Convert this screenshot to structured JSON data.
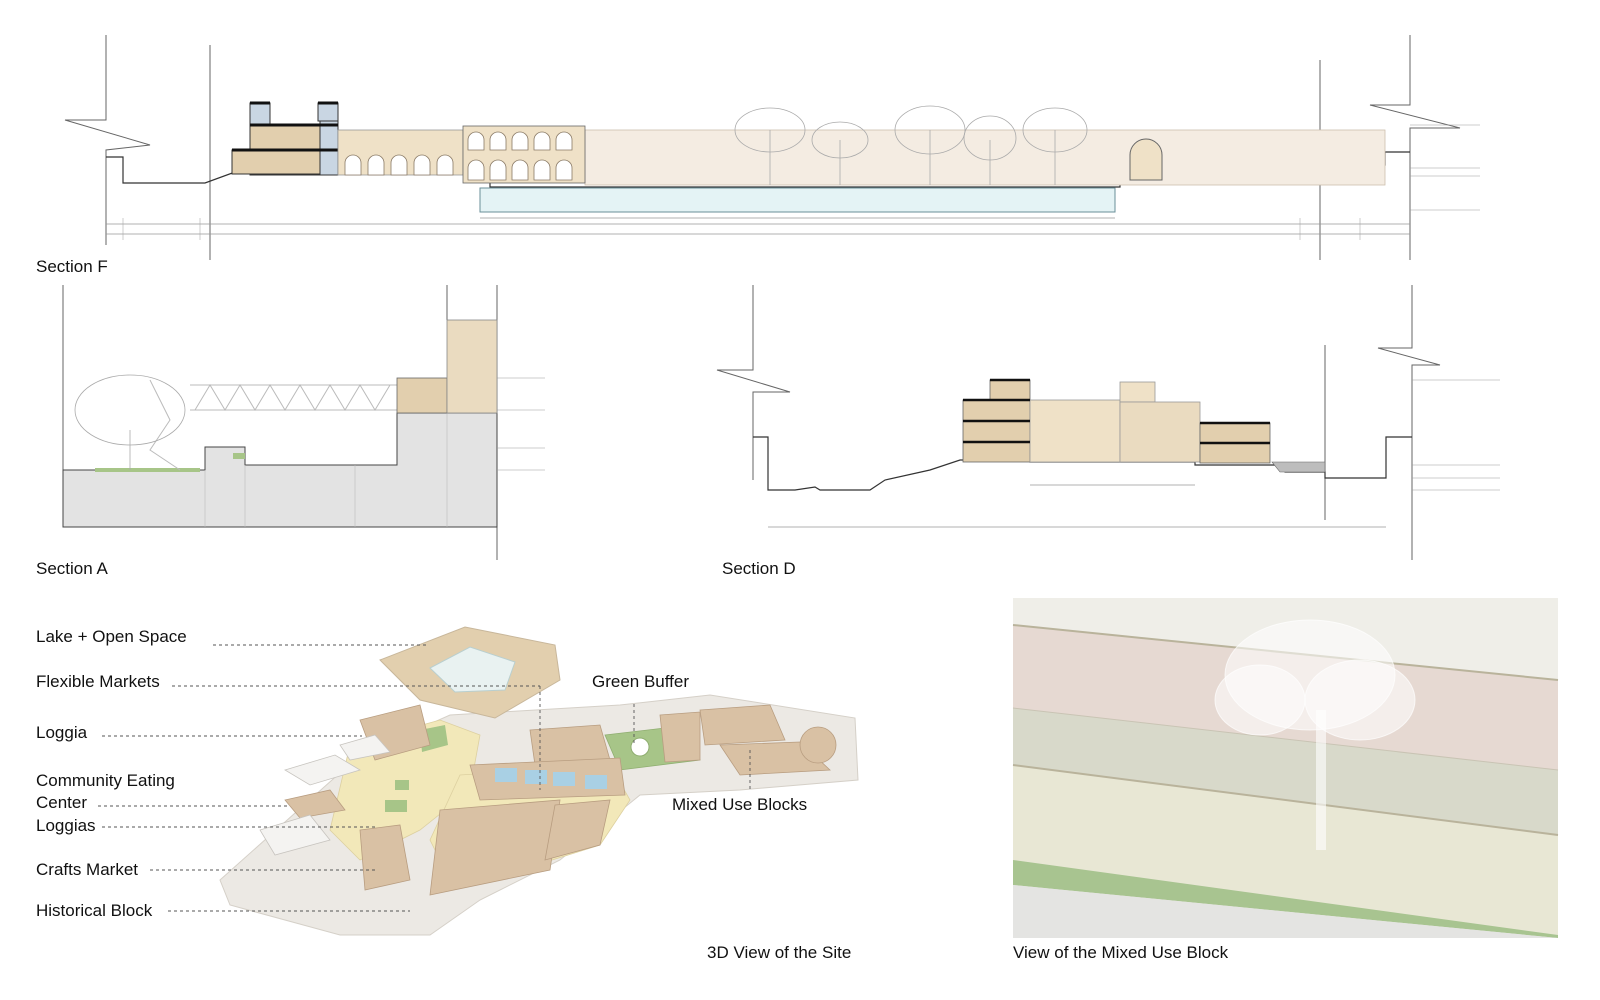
{
  "sections": {
    "f": "Section F",
    "a": "Section A",
    "d": "Section D"
  },
  "site_view": {
    "caption": "3D View of the Site",
    "callouts": {
      "lake": "Lake + Open Space",
      "flexible_markets": "Flexible Markets",
      "green_buffer": "Green Buffer",
      "loggia": "Loggia",
      "community_line1": "Community Eating",
      "community_line2": "Center",
      "mixed_use": "Mixed Use Blocks",
      "loggias": "Loggias",
      "crafts_market": "Crafts Market",
      "historical_block": "Historical Block"
    }
  },
  "mixed_use_view": {
    "caption": "View of the Mixed Use Block"
  },
  "colors": {
    "building_tan": "#e2cfae",
    "building_light": "#f1e8d8",
    "ground_grey": "#e3e3e3",
    "water": "#e4f3f5",
    "glass_blue": "#c9d6e3",
    "green": "#a7c588",
    "pink_ground": "#e7ddd6",
    "site_path": "#ece9e4"
  }
}
